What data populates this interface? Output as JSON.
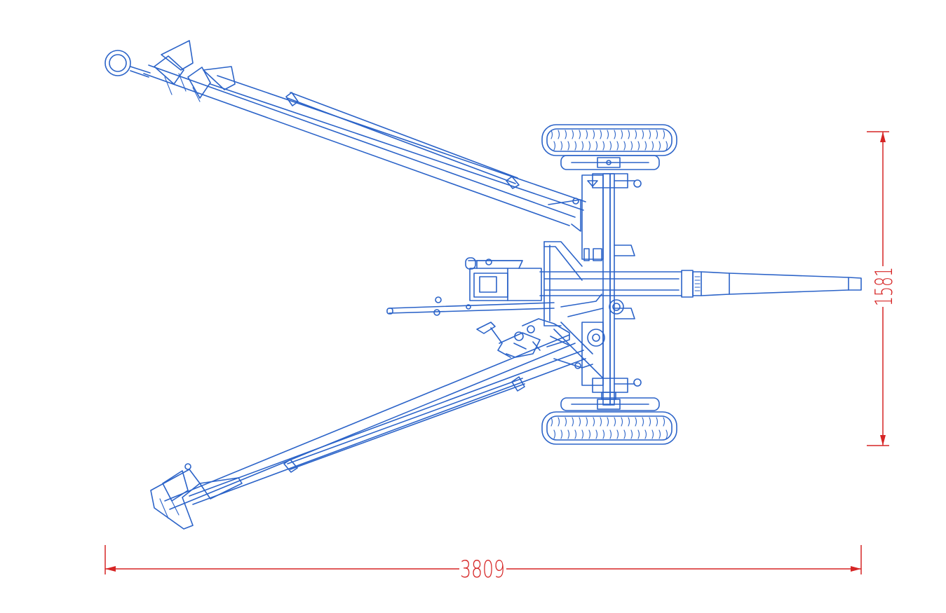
{
  "drawing": {
    "subject": "towed-gun-top-view",
    "dimensions": {
      "length": "3809",
      "width": "1581"
    },
    "colors": {
      "line": "#2b63c8",
      "dimension": "#d62525",
      "background": "#ffffff"
    }
  }
}
